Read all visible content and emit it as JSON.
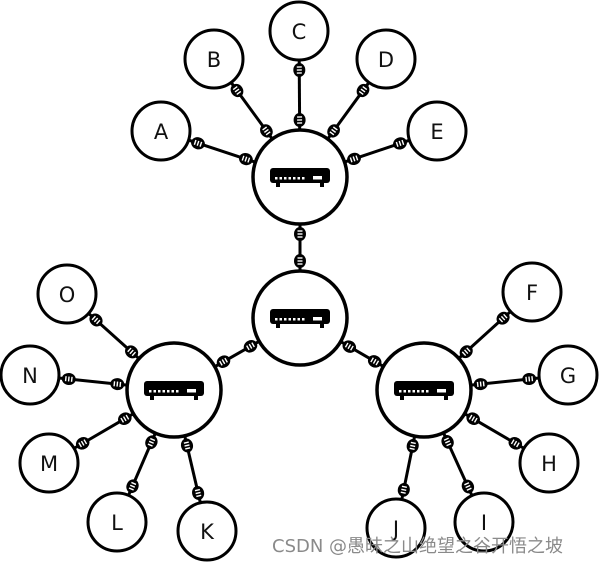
{
  "diagram": {
    "hubs": [
      {
        "id": "top",
        "icon": "switch-icon"
      },
      {
        "id": "center",
        "icon": "switch-icon"
      },
      {
        "id": "left",
        "icon": "switch-icon"
      },
      {
        "id": "right",
        "icon": "switch-icon"
      }
    ],
    "nodes": [
      {
        "label": "A",
        "hub": "top"
      },
      {
        "label": "B",
        "hub": "top"
      },
      {
        "label": "C",
        "hub": "top"
      },
      {
        "label": "D",
        "hub": "top"
      },
      {
        "label": "E",
        "hub": "top"
      },
      {
        "label": "F",
        "hub": "right"
      },
      {
        "label": "G",
        "hub": "right"
      },
      {
        "label": "H",
        "hub": "right"
      },
      {
        "label": "I",
        "hub": "right"
      },
      {
        "label": "J",
        "hub": "right"
      },
      {
        "label": "K",
        "hub": "left"
      },
      {
        "label": "L",
        "hub": "left"
      },
      {
        "label": "M",
        "hub": "left"
      },
      {
        "label": "N",
        "hub": "left"
      },
      {
        "label": "O",
        "hub": "left"
      }
    ],
    "hub_links": [
      [
        "center",
        "top"
      ],
      [
        "center",
        "left"
      ],
      [
        "center",
        "right"
      ]
    ]
  },
  "watermark": "CSDN @愚昧之山绝望之谷开悟之坡"
}
